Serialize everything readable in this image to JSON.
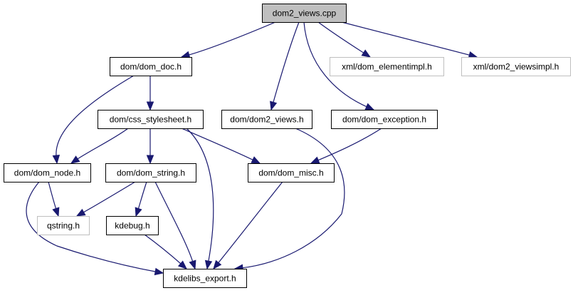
{
  "diagram": {
    "title": "dom2_views.cpp include dependency graph",
    "colors": {
      "edge": "#191970",
      "root_fill": "#bfbfbf",
      "node_stroke": "#000000",
      "external_stroke": "#bfbfbf",
      "node_fill": "#ffffff"
    },
    "nodes": [
      {
        "id": "root",
        "label": "dom2_views.cpp",
        "kind": "root"
      },
      {
        "id": "dom_doc",
        "label": "dom/dom_doc.h",
        "kind": "documented"
      },
      {
        "id": "dom2_views",
        "label": "dom/dom2_views.h",
        "kind": "documented"
      },
      {
        "id": "dom_exception",
        "label": "dom/dom_exception.h",
        "kind": "documented"
      },
      {
        "id": "dom_elementimpl",
        "label": "xml/dom_elementimpl.h",
        "kind": "external"
      },
      {
        "id": "dom2_viewsimpl",
        "label": "xml/dom2_viewsimpl.h",
        "kind": "external"
      },
      {
        "id": "css_stylesheet",
        "label": "dom/css_stylesheet.h",
        "kind": "documented"
      },
      {
        "id": "dom_node",
        "label": "dom/dom_node.h",
        "kind": "documented"
      },
      {
        "id": "dom_string",
        "label": "dom/dom_string.h",
        "kind": "documented"
      },
      {
        "id": "dom_misc",
        "label": "dom/dom_misc.h",
        "kind": "documented"
      },
      {
        "id": "qstring",
        "label": "qstring.h",
        "kind": "external"
      },
      {
        "id": "kdebug",
        "label": "kdebug.h",
        "kind": "documented"
      },
      {
        "id": "kdelibs_export",
        "label": "kdelibs_export.h",
        "kind": "documented"
      }
    ],
    "edges": [
      {
        "from": "root",
        "to": "dom_doc"
      },
      {
        "from": "root",
        "to": "dom2_views"
      },
      {
        "from": "root",
        "to": "dom_exception"
      },
      {
        "from": "root",
        "to": "dom_elementimpl"
      },
      {
        "from": "root",
        "to": "dom2_viewsimpl"
      },
      {
        "from": "dom_doc",
        "to": "css_stylesheet"
      },
      {
        "from": "dom_doc",
        "to": "dom_node"
      },
      {
        "from": "css_stylesheet",
        "to": "dom_node"
      },
      {
        "from": "css_stylesheet",
        "to": "dom_string"
      },
      {
        "from": "css_stylesheet",
        "to": "dom_misc"
      },
      {
        "from": "css_stylesheet",
        "to": "kdelibs_export"
      },
      {
        "from": "dom2_views",
        "to": "kdelibs_export"
      },
      {
        "from": "dom_exception",
        "to": "dom_misc"
      },
      {
        "from": "dom_node",
        "to": "qstring"
      },
      {
        "from": "dom_node",
        "to": "kdelibs_export"
      },
      {
        "from": "dom_string",
        "to": "qstring"
      },
      {
        "from": "dom_string",
        "to": "kdebug"
      },
      {
        "from": "dom_string",
        "to": "kdelibs_export"
      },
      {
        "from": "dom_misc",
        "to": "kdelibs_export"
      },
      {
        "from": "kdebug",
        "to": "kdelibs_export"
      }
    ]
  }
}
